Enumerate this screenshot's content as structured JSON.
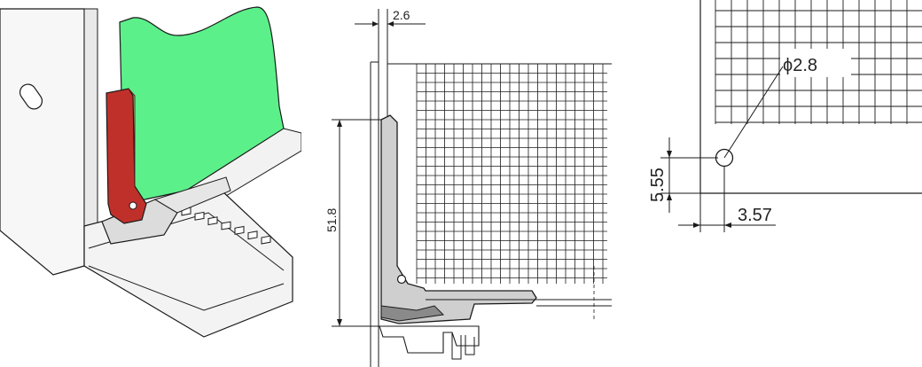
{
  "dimensions": {
    "panel_thickness": "2.6",
    "bracket_height": "51.8",
    "hole_diameter": "ϕ2.8",
    "hole_vertical_offset": "5.55",
    "hole_horizontal_offset": "3.57"
  },
  "colors": {
    "pcb_green": "#5cf08a",
    "latch_red": "#c0302a",
    "bracket_gray": "#cfcfcf",
    "line": "#1a1a1a"
  }
}
